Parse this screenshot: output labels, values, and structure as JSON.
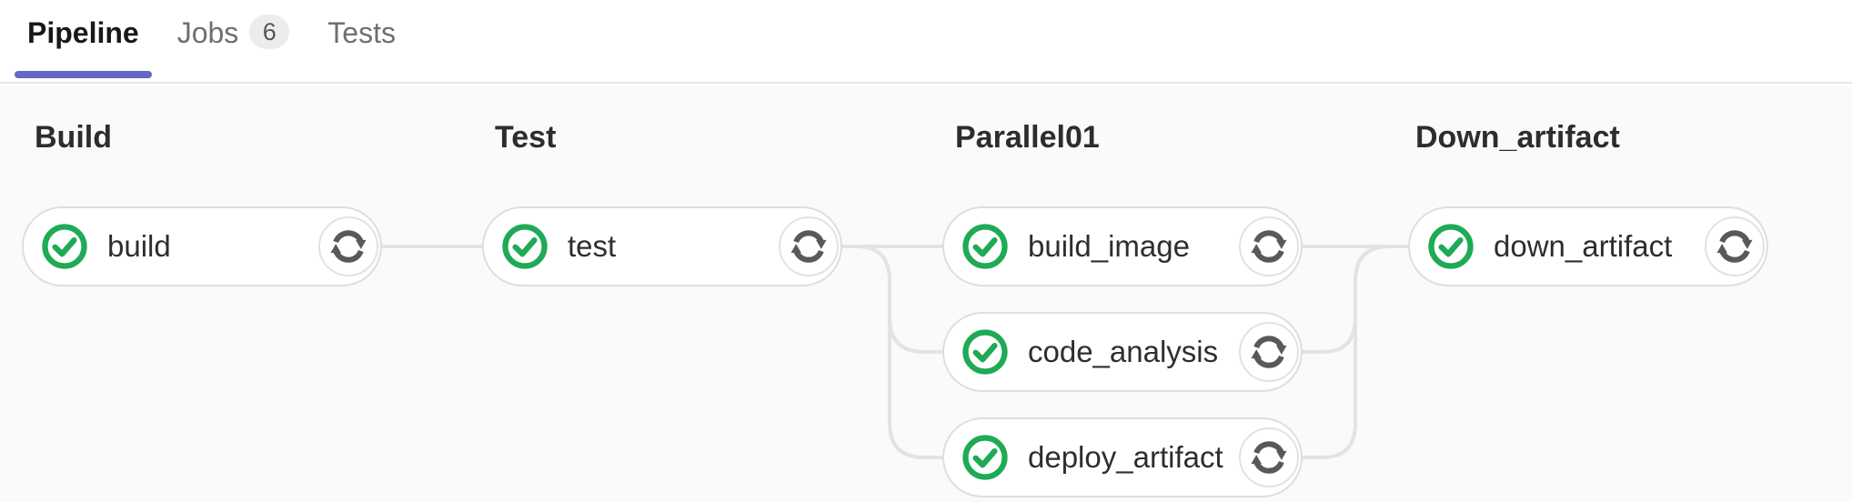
{
  "tabs": [
    {
      "label": "Pipeline",
      "active": true
    },
    {
      "label": "Jobs",
      "badge": "6",
      "active": false
    },
    {
      "label": "Tests",
      "active": false
    }
  ],
  "stages": [
    {
      "title": "Build",
      "jobs": [
        {
          "name": "build",
          "status": "passed"
        }
      ]
    },
    {
      "title": "Test",
      "jobs": [
        {
          "name": "test",
          "status": "passed"
        }
      ]
    },
    {
      "title": "Parallel01",
      "jobs": [
        {
          "name": "build_image",
          "status": "passed"
        },
        {
          "name": "code_analysis",
          "status": "passed"
        },
        {
          "name": "deploy_artifact",
          "status": "passed"
        }
      ]
    },
    {
      "title": "Down_artifact",
      "jobs": [
        {
          "name": "down_artifact",
          "status": "passed"
        }
      ]
    }
  ],
  "icons": {
    "status": "check-circle-icon",
    "action": "retry-icon"
  },
  "colors": {
    "success": "#1faa55",
    "accent": "#6666c4",
    "line": "#e3e3e3",
    "pillBorder": "#dedede",
    "graphBg": "#fafafa",
    "textDark": "#2e2e2e",
    "textMuted": "#6e6e73",
    "badgeBg": "#ececec",
    "iconGray": "#595959"
  }
}
